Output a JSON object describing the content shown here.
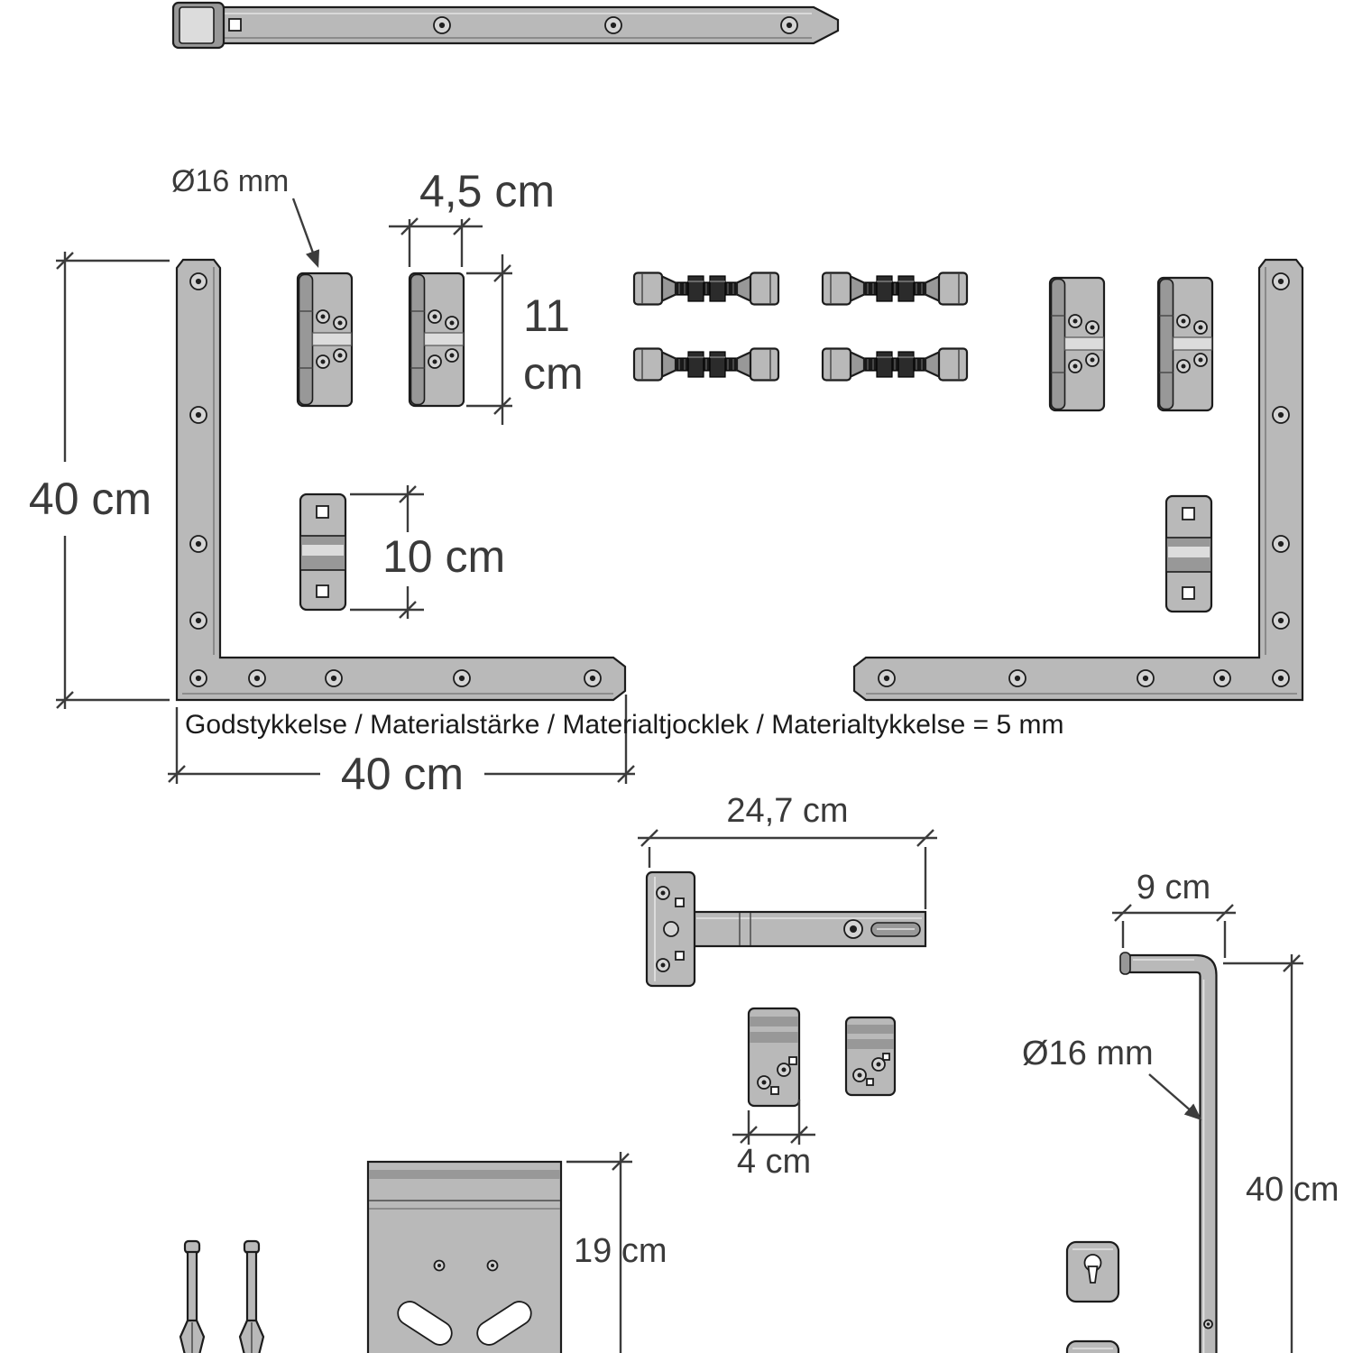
{
  "labels": {
    "hinge_pin_diameter": "Ø16 mm",
    "hinge_width": "4,5 cm",
    "hinge_height_value": "11",
    "hinge_height_unit": "cm",
    "bracket_height": "40 cm",
    "bracket_width": "40 cm",
    "keeper_length": "10 cm",
    "material_note": "Godstykkelse / Materialstärke / Materialtjocklek / Materialtykkelse = 5 mm",
    "t_hinge_length": "24,7 cm",
    "keep_width": "4 cm",
    "drop_bolt_offset": "9 cm",
    "drop_bolt_diameter": "Ø16 mm",
    "drop_bolt_length": "40 cm",
    "plate_height": "19 cm"
  },
  "colors": {
    "background": "#ffffff",
    "part_fill": "#b9b9b9",
    "part_fill_dark": "#989898",
    "part_fill_light": "#dcdcdc",
    "outline": "#1c1c1c",
    "dim_line": "#3c3c3c",
    "text_color": "#3a3a3a",
    "bolt_dark": "#191919"
  }
}
